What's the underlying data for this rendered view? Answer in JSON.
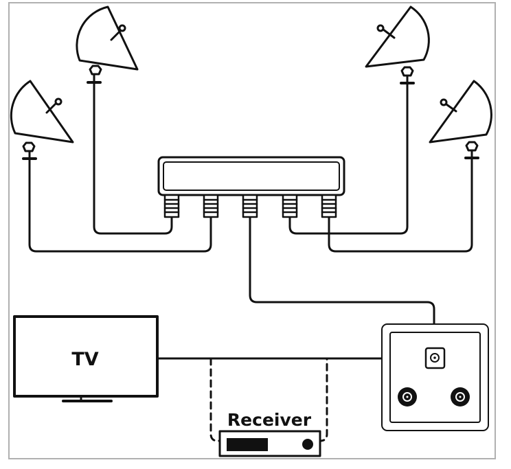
{
  "labels": {
    "tv": "TV",
    "receiver": "Receiver"
  },
  "colors": {
    "stroke": "#111111",
    "frame": "#b0b0b0",
    "background": "#ffffff"
  },
  "components": {
    "dishes": [
      "satellite-dish",
      "satellite-dish",
      "satellite-dish",
      "satellite-dish"
    ],
    "switch_ports": [
      "f-connector",
      "f-connector",
      "f-connector",
      "f-connector",
      "f-connector"
    ],
    "wall_outlet_sockets": [
      "sat-socket",
      "tv-socket",
      "radio-socket"
    ]
  }
}
